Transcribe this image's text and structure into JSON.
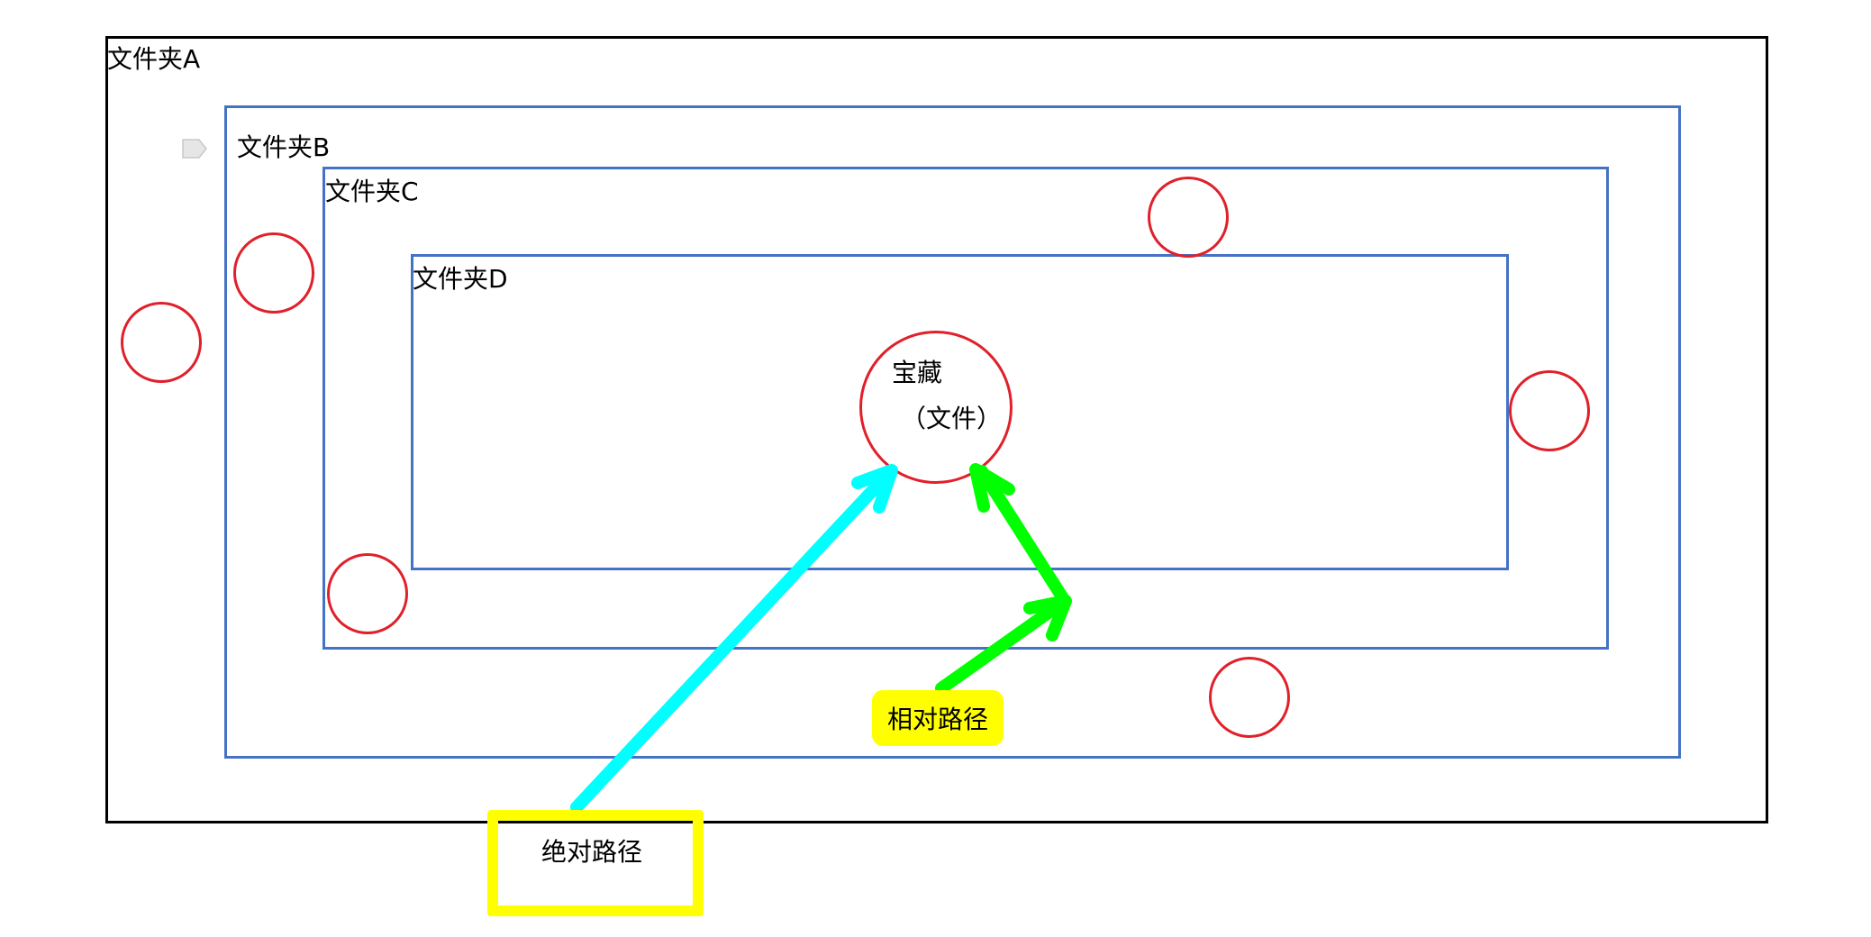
{
  "folders": {
    "a": {
      "label": "文件夹A"
    },
    "b": {
      "label": "文件夹B"
    },
    "c": {
      "label": "文件夹C"
    },
    "d": {
      "label": "文件夹D"
    }
  },
  "treasure": {
    "name": "宝藏",
    "subtitle": "（文件）"
  },
  "paths": {
    "relative": {
      "label": "相对路径",
      "arrow_color": "#00ff00"
    },
    "absolute": {
      "label": "绝对路径",
      "arrow_color": "#00ffff"
    }
  },
  "colors": {
    "outer_box": "#000000",
    "folder_box": "#4472c4",
    "circle": "#e0202a",
    "highlight": "#ffff00"
  }
}
